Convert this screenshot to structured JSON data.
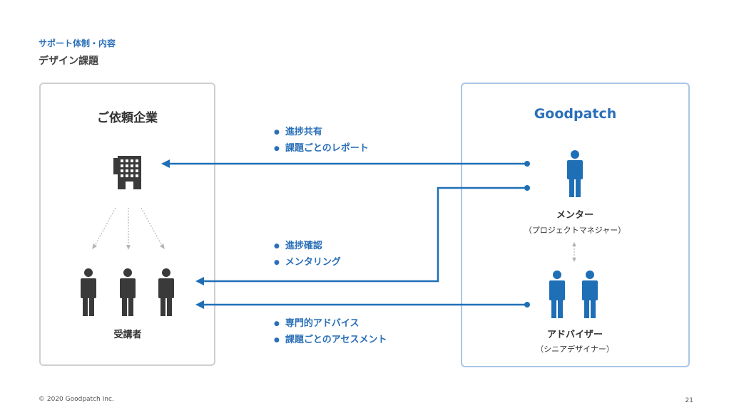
{
  "header": {
    "subtitle": "サポート体制・内容",
    "title": "デザイン課題"
  },
  "client": {
    "title": "ご依頼企業",
    "trainees_label": "受講者"
  },
  "goodpatch": {
    "title": "Goodpatch",
    "mentor_label": "メンター",
    "mentor_sub": "（プロジェクトマネジャー）",
    "adviser_label": "アドバイザー",
    "adviser_sub": "（シニアデザイナー）"
  },
  "flows": {
    "top": [
      "進捗共有",
      "課題ごとのレポート"
    ],
    "middle": [
      "進捗確認",
      "メンタリング"
    ],
    "bottom": [
      "専門的アドバイス",
      "課題ごとのアセスメント"
    ]
  },
  "colors": {
    "accent": "#2a6fb8",
    "person_blue": "#1f6fb6",
    "person_dark": "#3a3a3a"
  },
  "icons": [
    "building-icon",
    "person-icon"
  ],
  "footer": {
    "copyright": "© 2020 Goodpatch Inc.",
    "page_number": "21"
  }
}
